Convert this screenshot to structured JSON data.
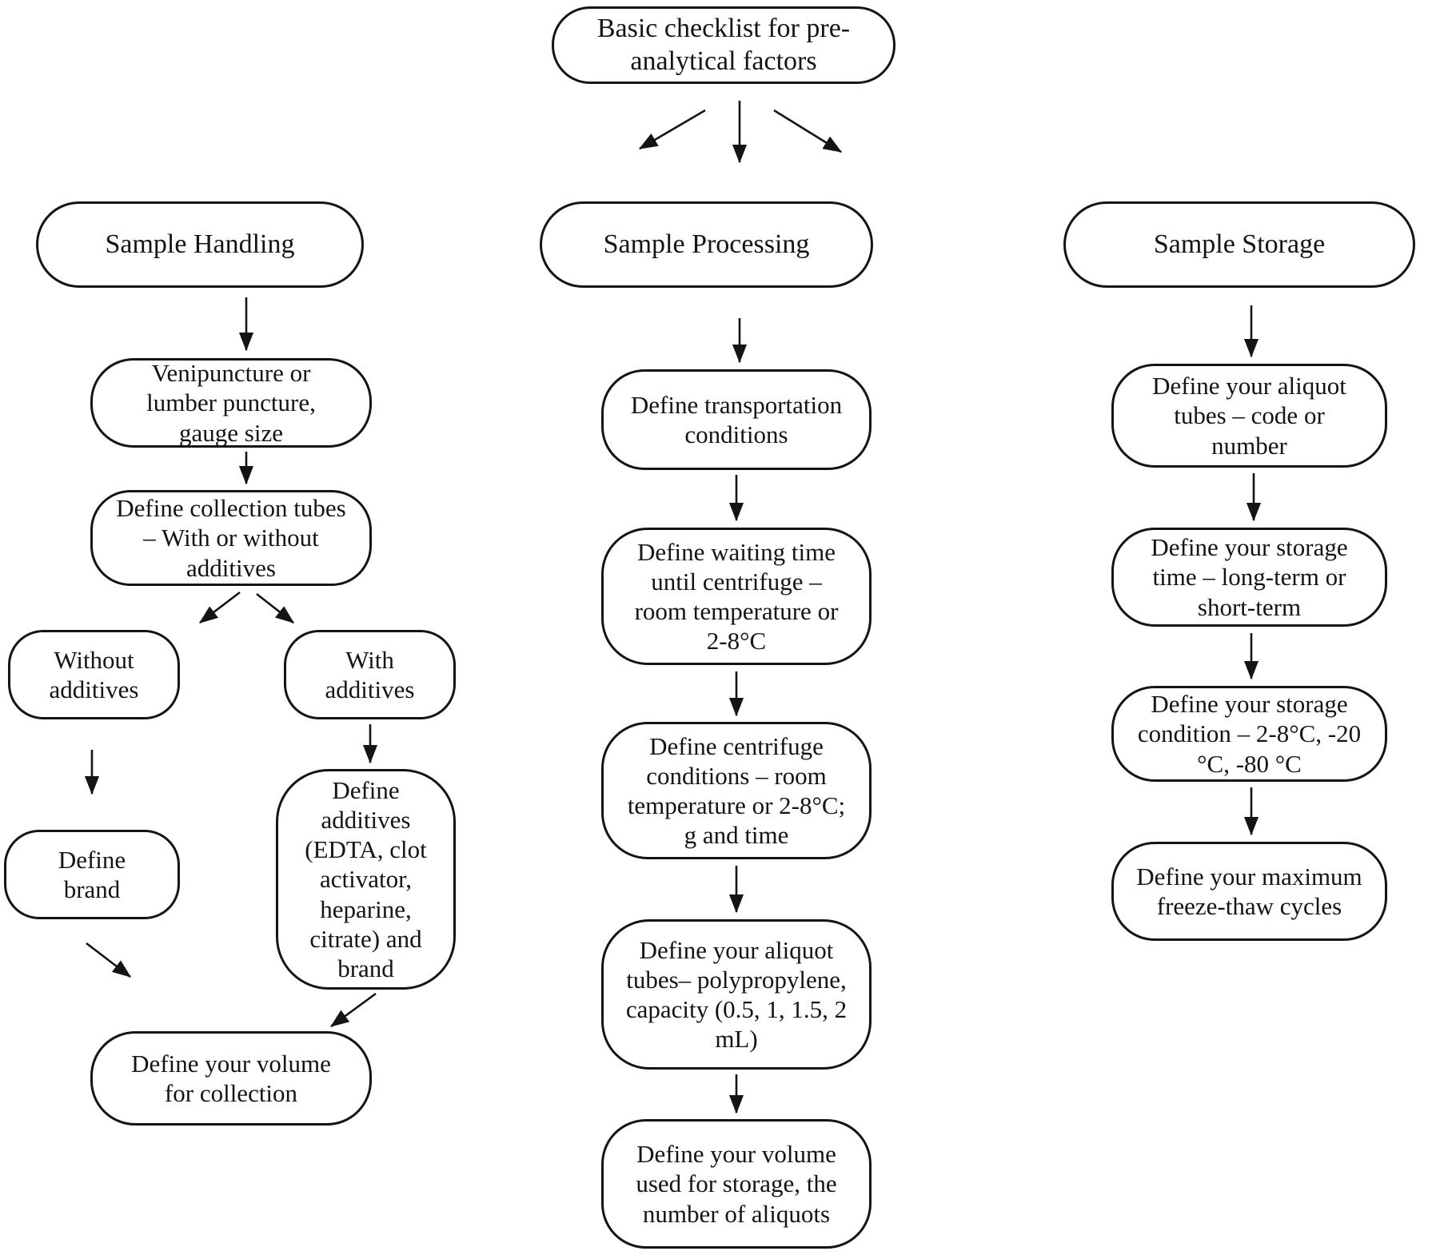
{
  "figure": {
    "type": "flowchart",
    "ink_color": "#141414",
    "background_color": "#ffffff"
  },
  "root": {
    "text": "Basic checklist for pre-analytical factors"
  },
  "columns": {
    "handling": {
      "header": "Sample Handling",
      "n1": "Venipuncture or lumber puncture, gauge size",
      "n2": "Define collection tubes – With or without additives",
      "n3": "Without additives",
      "n4": "With additives",
      "n5": "Define brand",
      "n6": "Define additives (EDTA, clot activator, heparine, citrate) and brand",
      "n7": "Define your volume for collection"
    },
    "processing": {
      "header": "Sample Processing",
      "n1": "Define transportation conditions",
      "n2": "Define waiting time until centrifuge – room temperature or 2-8°C",
      "n3": "Define centrifuge conditions – room temperature or 2-8°C; g and time",
      "n4": "Define your aliquot tubes– polypropylene, capacity (0.5, 1, 1.5, 2 mL)",
      "n5": "Define your volume used for storage, the number of aliquots"
    },
    "storage": {
      "header": "Sample Storage",
      "n1": "Define your aliquot tubes – code or number",
      "n2": "Define your storage time – long-term or short-term",
      "n3": "Define your storage condition – 2-8°C, -20 °C, -80 °C",
      "n4": "Define your maximum freeze-thaw cycles"
    }
  }
}
